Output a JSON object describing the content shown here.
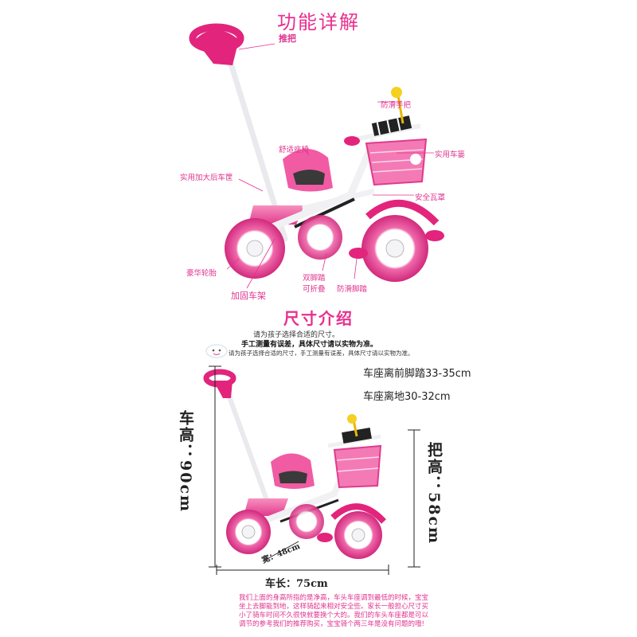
{
  "header": {
    "title": "功能详解"
  },
  "callouts": {
    "push_handle": "推把",
    "anti_slip_grip": "防滑手把",
    "basket": "实用车篓",
    "comfort_seat": "舒适座椅",
    "rear_bucket": "实用加大后车筐",
    "fender": "安全瓦罩",
    "tire": "豪华轮胎",
    "double_pedal": "双脚踏",
    "foldable": "可折叠",
    "anti_slip_pedal": "防滑脚踏",
    "frame": "加固车架"
  },
  "size_section": {
    "title": "尺寸介绍",
    "note1": "请为孩子选择合适的尺寸。",
    "note2": "手工测量有误差，具体尺寸请以实物为准。",
    "note3": "请为孩子选择合适的尺寸，手工测量有误差，具体尺寸请以实物为准。"
  },
  "dimensions": {
    "seat_to_pedal": "车座离前脚踏33-35cm",
    "seat_to_ground": "车座离地30-32cm",
    "height": "车高：90cm",
    "handle_height": "把高：58cm",
    "width": "宽：48cm",
    "length": "车长：75cm"
  },
  "footer": {
    "text": "我们上面的身高所指的是净高，车头车座调到最低的时候，宝宝坐上去脚能到地，这样骑起来相对安全些。家长一般担心尺寸买小了骑车时间不久很快就要换个大的。我们的车头车座都是可以调节的参考我们的推荐购买，宝宝骑个两三年是没有问题的哦!"
  },
  "colors": {
    "accent": "#e8308f",
    "pink": "#f25fa6",
    "frame": "#f4f4f6"
  }
}
